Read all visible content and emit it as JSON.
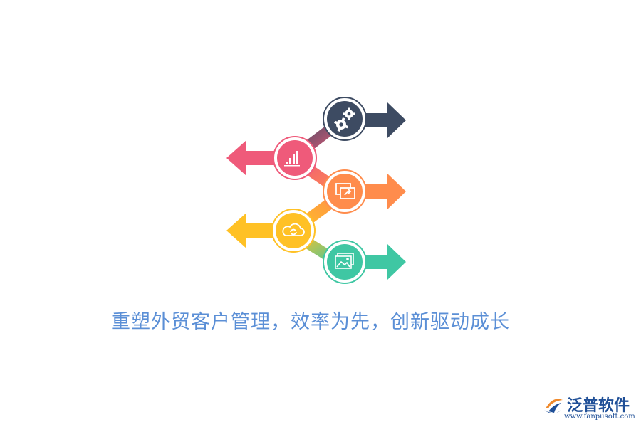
{
  "caption": "重塑外贸客户管理，效率为先，创新驱动成长",
  "brand": {
    "name": "泛普软件",
    "url": "www.fanpusoft.com",
    "color": "#1f4f97"
  },
  "steps": [
    {
      "icon": "gears-icon",
      "color": "#3d4b62",
      "direction": "right"
    },
    {
      "icon": "bar-chart-icon",
      "color": "#ef5a7a",
      "direction": "left"
    },
    {
      "icon": "screen-share-icon",
      "color": "#ff8c4c",
      "direction": "right"
    },
    {
      "icon": "cloud-sync-icon",
      "color": "#ffc125",
      "direction": "left"
    },
    {
      "icon": "image-gallery-icon",
      "color": "#3fc7a3",
      "direction": "right"
    }
  ]
}
